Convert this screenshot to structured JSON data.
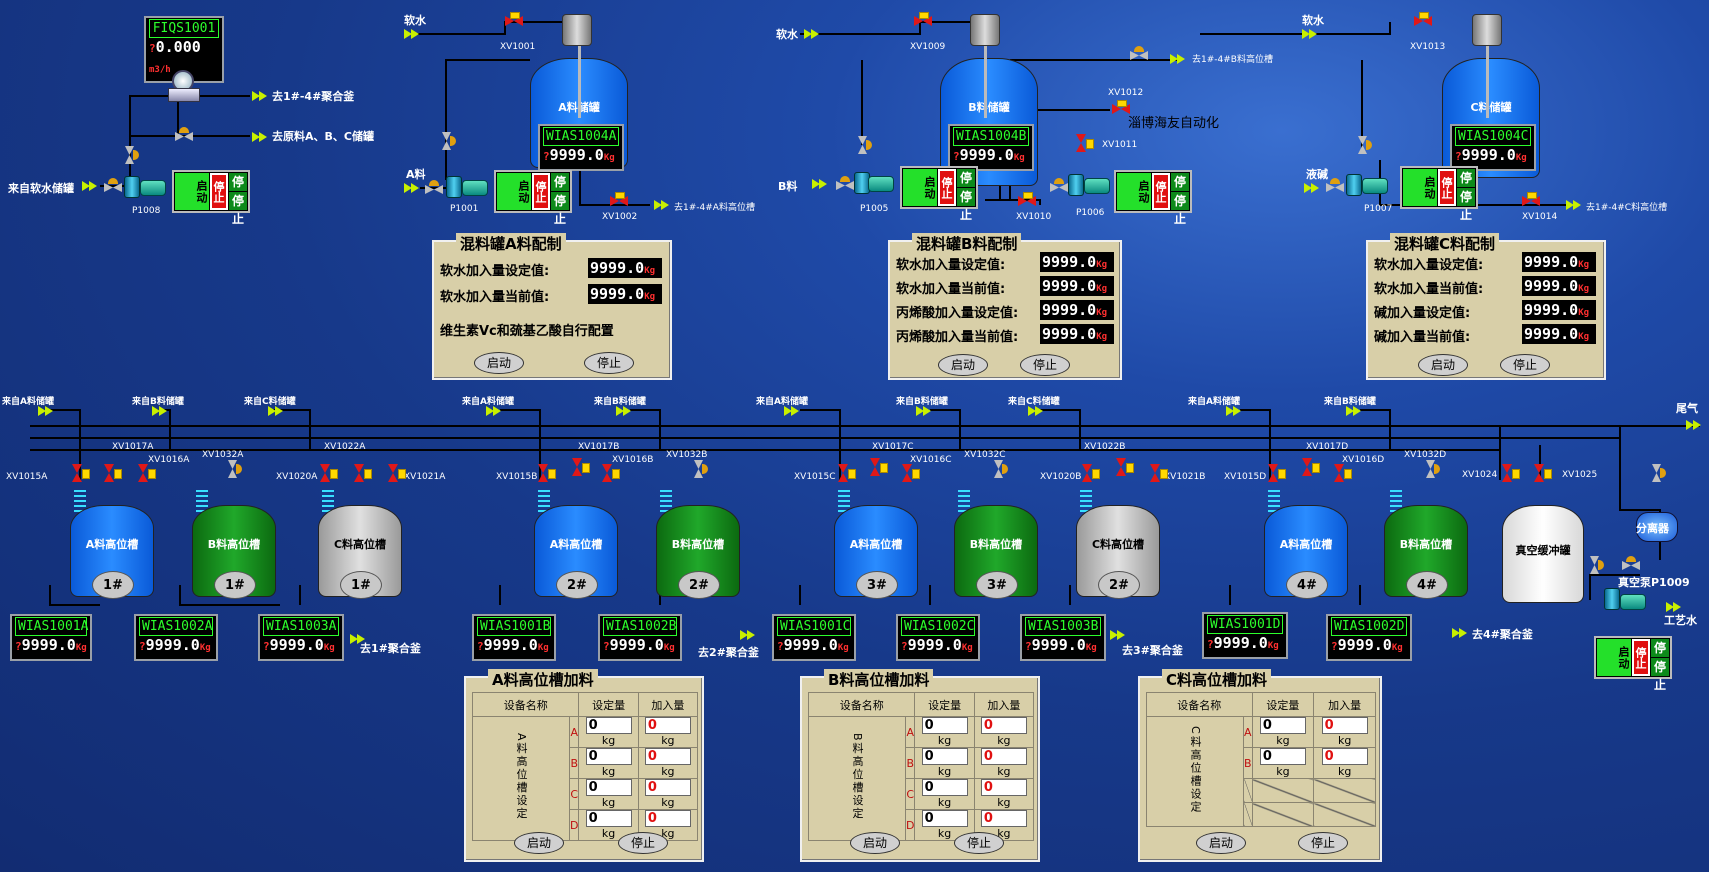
{
  "header": {
    "fiqs_tag": "FIQS1001",
    "fiqs_value": "0.000",
    "fiqs_unit": "m3/h",
    "watermark": "淄博海友自动化"
  },
  "lines": {
    "soft_water": "软水",
    "from_soft_tank": "来自软水储罐",
    "to_reactor_1_4": "去1#-4#聚合釜",
    "to_raw_abc": "去原料A、B、C储罐",
    "to_a_head": "去1#-4#A料高位槽",
    "to_b_head": "去1#-4#B料高位槽",
    "to_c_head": "去1#-4#C料高位槽",
    "feed_a": "A料",
    "feed_b": "B料",
    "lye": "液碱",
    "from_a": "来自A料储罐",
    "from_b": "来自B料储罐",
    "from_c": "来自C料储罐",
    "to_r1": "去1#聚合釜",
    "to_r2": "去2#聚合釜",
    "to_r3": "去3#聚合釜",
    "to_r4": "去4#聚合釜",
    "tail_gas": "尾气",
    "process_water": "工艺水",
    "separator": "分离器",
    "vac_pump": "真空泵P1009",
    "vac_tank": "真空缓冲罐"
  },
  "tags": {
    "xv1001": "XV1001",
    "xv1002": "XV1002",
    "xv1009": "XV1009",
    "xv1010": "XV1010",
    "xv1011": "XV1011",
    "xv1012": "XV1012",
    "xv1013": "XV1013",
    "xv1014": "XV1014",
    "p1008": "P1008",
    "p1001": "P1001",
    "p1005": "P1005",
    "p1006": "P1006",
    "p1007": "P1007",
    "xv1015a": "XV1015A",
    "xv1017a": "XV1017A",
    "xv1016a": "XV1016A",
    "xv1032a": "XV1032A",
    "xv1020a": "XV1020A",
    "xv1022a": "XV1022A",
    "xv1021a": "XV1021A",
    "xv1015b": "XV1015B",
    "xv1017b": "XV1017B",
    "xv1016b": "XV1016B",
    "xv1032b": "XV1032B",
    "xv1015c": "XV1015C",
    "xv1017c": "XV1017C",
    "xv1016c": "XV1016C",
    "xv1032c": "XV1032C",
    "xv1020b": "XV1020B",
    "xv1022b": "XV1022B",
    "xv1021b": "XV1021B",
    "xv1015d": "XV1015D",
    "xv1017d": "XV1017D",
    "xv1016d": "XV1016D",
    "xv1032d": "XV1032D",
    "xv1024": "XV1024",
    "xv1025": "XV1025"
  },
  "storage_tanks": {
    "a": {
      "name": "A料储罐",
      "tag": "WIAS1004A",
      "value": "9999.0",
      "unit": "Kg"
    },
    "b": {
      "name": "B料储罐",
      "tag": "WIAS1004B",
      "value": "9999.0",
      "unit": "Kg"
    },
    "c": {
      "name": "C料储罐",
      "tag": "WIAS1004C",
      "value": "9999.0",
      "unit": "Kg"
    }
  },
  "control": {
    "stop": "停止",
    "start": "启动",
    "halt": "停止"
  },
  "q_mark": "?",
  "mix_panels": {
    "a": {
      "title": "混料罐A料配制",
      "rows": [
        {
          "label": "软水加入量设定值:",
          "value": "9999.0",
          "unit": "Kg"
        },
        {
          "label": "软水加入量当前值:",
          "value": "9999.0",
          "unit": "Kg"
        }
      ],
      "note": "维生素Vc和巯基乙酸自行配置",
      "start": "启动",
      "stop": "停止"
    },
    "b": {
      "title": "混料罐B料配制",
      "rows": [
        {
          "label": "软水加入量设定值:",
          "value": "9999.0",
          "unit": "Kg"
        },
        {
          "label": "软水加入量当前值:",
          "value": "9999.0",
          "unit": "Kg"
        },
        {
          "label": "丙烯酸加入量设定值:",
          "value": "9999.0",
          "unit": "Kg"
        },
        {
          "label": "丙烯酸加入量当前值:",
          "value": "9999.0",
          "unit": "Kg"
        }
      ],
      "start": "启动",
      "stop": "停止"
    },
    "c": {
      "title": "混料罐C料配制",
      "rows": [
        {
          "label": "软水加入量设定值:",
          "value": "9999.0",
          "unit": "Kg"
        },
        {
          "label": "软水加入量当前值:",
          "value": "9999.0",
          "unit": "Kg"
        },
        {
          "label": "碱加入量设定值:",
          "value": "9999.0",
          "unit": "Kg"
        },
        {
          "label": "碱加入量当前值:",
          "value": "9999.0",
          "unit": "Kg"
        }
      ],
      "start": "启动",
      "stop": "停止"
    }
  },
  "head_tanks": {
    "a_name": "A料高位槽",
    "b_name": "B料高位槽",
    "c_name": "C料高位槽",
    "n1": "1#",
    "n2": "2#",
    "n3": "3#",
    "n4": "4#",
    "w1001a": "WIAS1001A",
    "w1002a": "WIAS1002A",
    "w1003a": "WIAS1003A",
    "w1001b": "WIAS1001B",
    "w1002b": "WIAS1002B",
    "w1001c": "WIAS1001C",
    "w1002c": "WIAS1002C",
    "w1003b": "WIAS1003B",
    "w1001d": "WIAS1001D",
    "w1002d": "WIAS1002D",
    "value": "9999.0",
    "unit": "Kg"
  },
  "feed_panels": {
    "a": {
      "title": "A料高位槽加料",
      "side": "A料高位槽设定",
      "rows": [
        "A",
        "B",
        "C",
        "D"
      ]
    },
    "b": {
      "title": "B料高位槽加料",
      "side": "B料高位槽设定",
      "rows": [
        "A",
        "B",
        "C",
        "D"
      ]
    },
    "c": {
      "title": "C料高位槽加料",
      "side": "C料高位槽设定",
      "rows": [
        "A",
        "B"
      ]
    },
    "col_device": "设备名称",
    "col_set": "设定量",
    "col_add": "加入量",
    "zero": "0",
    "kg": "kg",
    "start": "启动",
    "stop": "停止"
  }
}
